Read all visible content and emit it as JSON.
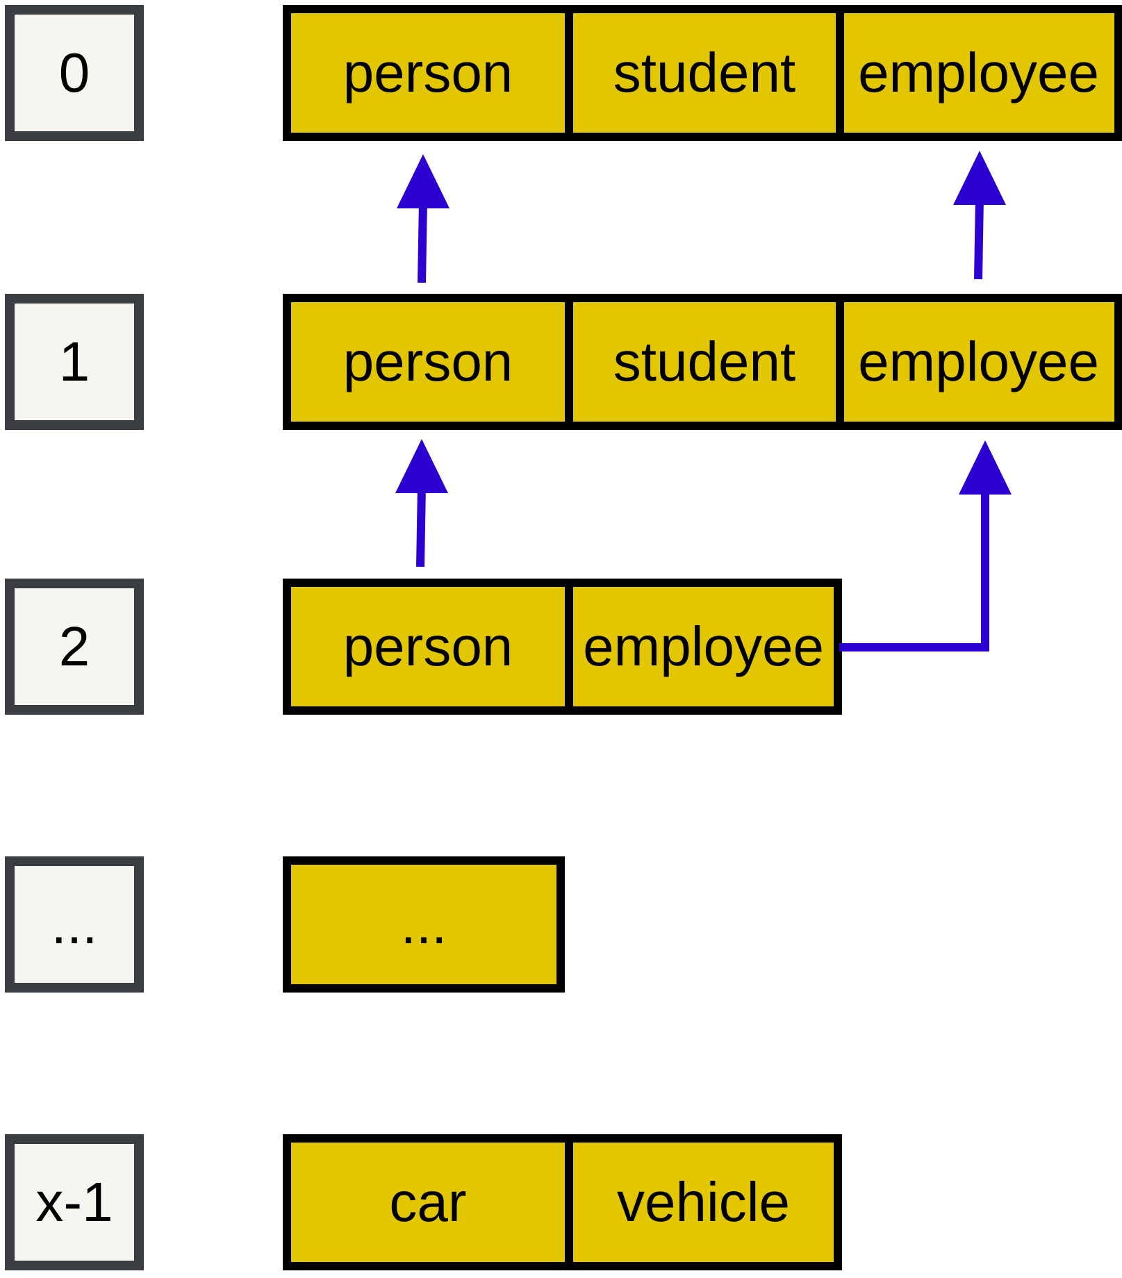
{
  "colors": {
    "bucket_fill": "#e2c700",
    "bucket_border": "#000000",
    "index_fill": "#f7f5ef",
    "index_border": "#3a3d42",
    "arrow": "#2b00d0"
  },
  "rows": [
    {
      "index": "0",
      "cells": [
        "person",
        "student",
        "employee"
      ]
    },
    {
      "index": "1",
      "cells": [
        "person",
        "student",
        "employee"
      ]
    },
    {
      "index": "2",
      "cells": [
        "person",
        "employee"
      ]
    },
    {
      "index": "...",
      "cells": [
        "..."
      ]
    },
    {
      "index": "x-1",
      "cells": [
        "car",
        "vehicle"
      ]
    }
  ]
}
